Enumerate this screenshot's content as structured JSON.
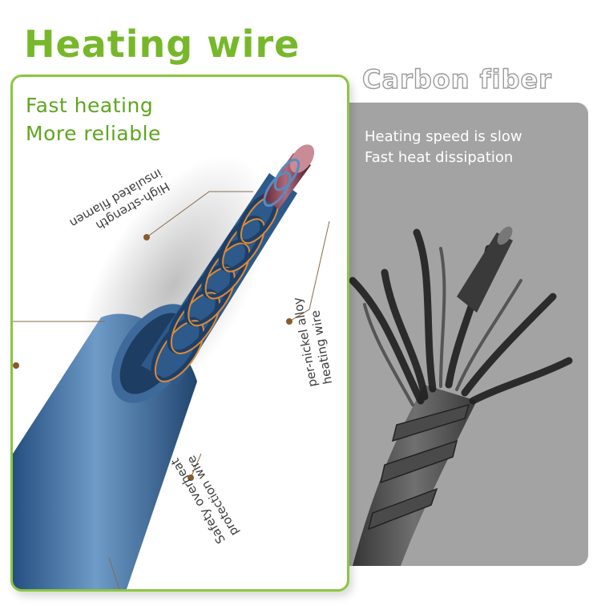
{
  "heading": "Heating wire",
  "left_panel": {
    "line1": "Fast heating",
    "line2": "More reliable",
    "labels": {
      "filament_1": "High-strength",
      "filament_2": "insulated filamen",
      "alloy_1": "per-nickel alloy",
      "alloy_2": "heating wire",
      "safety_1": "Safety overheat",
      "safety_2": "protection wire"
    }
  },
  "right_panel": {
    "title": "Carbon fiber",
    "line1": "Heating speed is slow",
    "line2": "Fast heat dissipation"
  },
  "colors": {
    "accent_green": "#76b82a",
    "panel_gray": "#a3a3a3",
    "wire_blue": "#3b6fa8",
    "coil_orange": "#d98a3a"
  }
}
